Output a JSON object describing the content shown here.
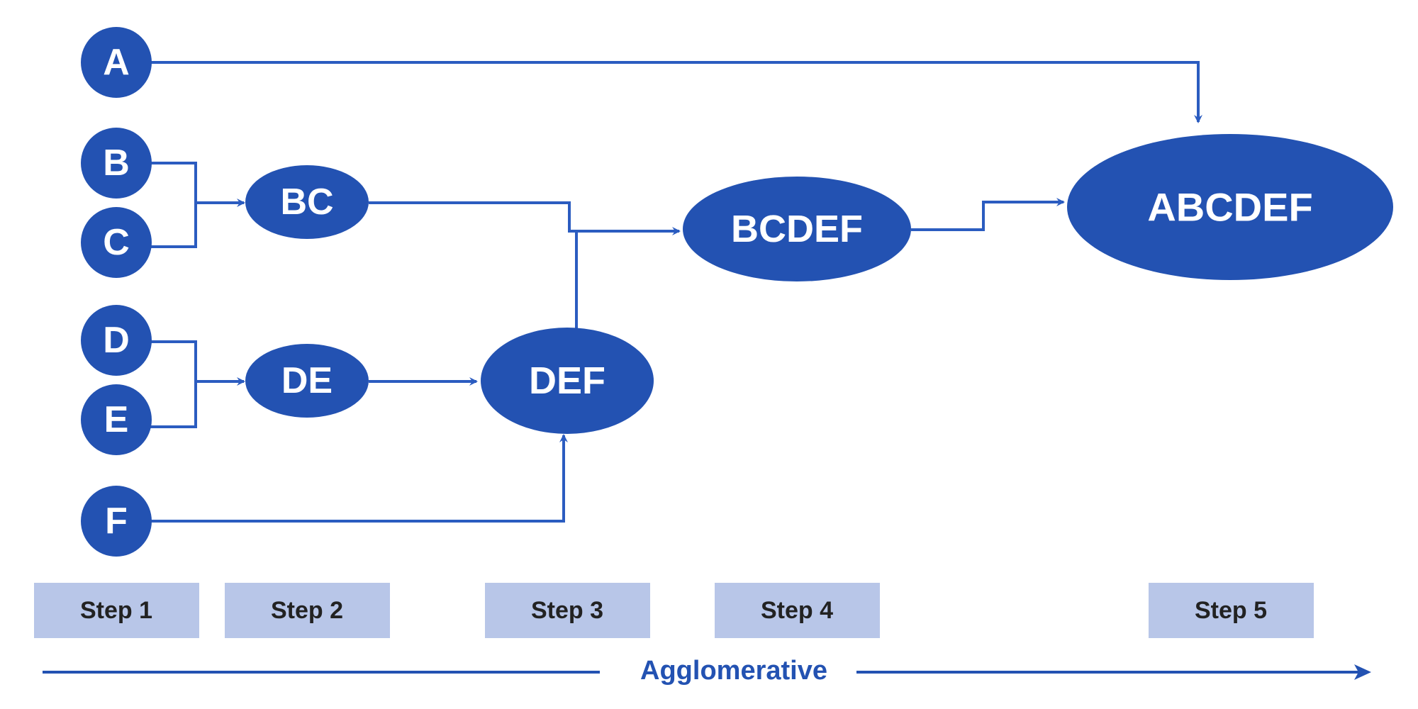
{
  "colors": {
    "node": "#2352b2",
    "line": "#2b5cc0",
    "step_box": "#b8c6e8",
    "step_text": "#222222",
    "axis": "#2352b2"
  },
  "nodes": {
    "A": "A",
    "B": "B",
    "C": "C",
    "D": "D",
    "E": "E",
    "F": "F",
    "BC": "BC",
    "DE": "DE",
    "DEF": "DEF",
    "BCDEF": "BCDEF",
    "ABCDEF": "ABCDEF"
  },
  "steps": [
    "Step 1",
    "Step 2",
    "Step 3",
    "Step 4",
    "Step 5"
  ],
  "direction_label": "Agglomerative"
}
